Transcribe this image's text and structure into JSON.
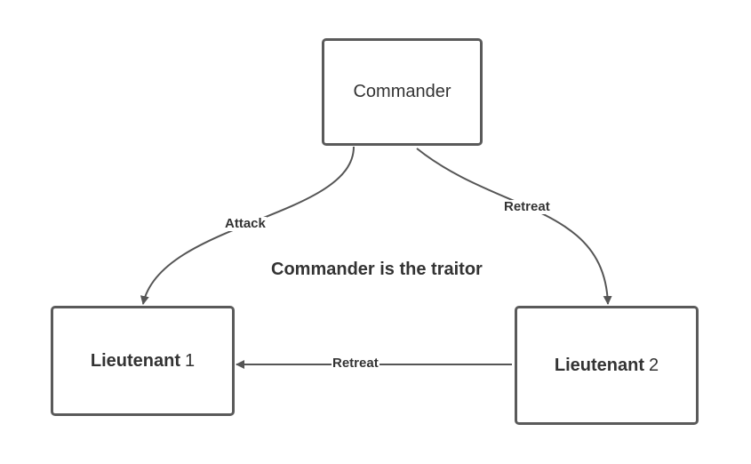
{
  "diagram": {
    "nodes": {
      "commander": {
        "label": "Commander"
      },
      "lieutenant_1": {
        "label": "Lieutenant",
        "number": "1"
      },
      "lieutenant_2": {
        "label": "Lieutenant",
        "number": "2"
      }
    },
    "edges": [
      {
        "from": "Commander",
        "to": "Lieutenant 1",
        "label": "Attack"
      },
      {
        "from": "Commander",
        "to": "Lieutenant 2",
        "label": "Retreat"
      },
      {
        "from": "Lieutenant 2",
        "to": "Lieutenant 1",
        "label": "Retreat"
      }
    ],
    "caption": "Commander is the traitor"
  },
  "colors": {
    "border": "#5a5a5a",
    "line": "#555555",
    "text": "#333333",
    "background": "#ffffff"
  }
}
